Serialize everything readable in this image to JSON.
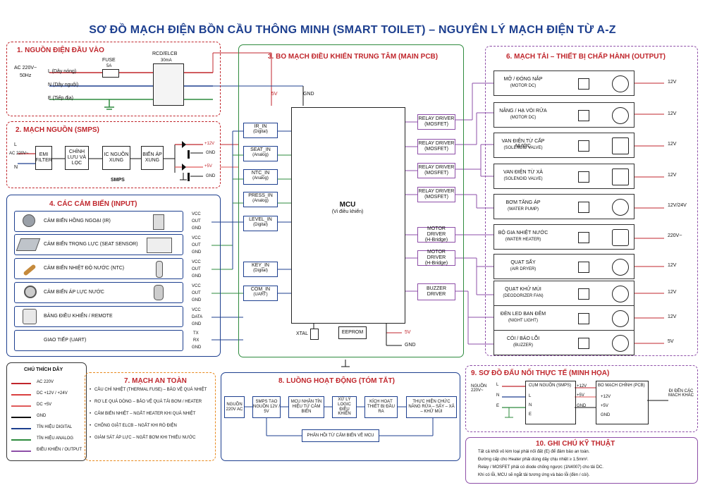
{
  "title": "SƠ ĐỒ MẠCH ĐIỆN BỒN CẦU THÔNG MINH (SMART TOILET) – NGUYÊN LÝ MẠCH ĐIỆN TỪ A-Z",
  "colors": {
    "red": "#c0262c",
    "blue": "#1d3f8f",
    "green": "#2e8b3e",
    "orange": "#e8891c",
    "purple": "#8e4fa8",
    "dark": "#222222"
  },
  "power_input": {
    "title": "1. NGUỒN ĐIỆN ĐẦU VÀO",
    "ac": "AC 220V~",
    "hz": "50Hz",
    "l": "L (Dây nóng)",
    "n": "N (Dây nguội)",
    "e": "E (Tiếp địa)",
    "fuse": "FUSE",
    "fuse_rating": "5A",
    "rcd": "RCD/ELCB",
    "rcd_rating": "30mA"
  },
  "smps": {
    "title": "2. MẠCH NGUỒN (SMPS)",
    "l": "L",
    "ac": "AC 220V~",
    "n": "N",
    "blocks": [
      "EMI FILTER",
      "CHỈNH LƯU VÀ LỌC",
      "IC NGUỒN XUNG",
      "BIẾN ÁP XUNG"
    ],
    "label": "SMPS",
    "out12": "+12V",
    "gnd1": "GND",
    "out5": "+5V",
    "gnd2": "GND"
  },
  "pcb": {
    "title": "3. BO MẠCH ĐIỀU KHIỂN TRUNG TÂM (MAIN PCB)",
    "v5": "5V",
    "gnd": "GND",
    "mcu": "MCU",
    "mcu_sub": "(Vi điều khiển)",
    "xtal": "XTAL",
    "eeprom": "EEPROM",
    "v5b": "5V",
    "gndb": "GND",
    "inputs": [
      {
        "name": "IR_IN",
        "type": "(Digital)"
      },
      {
        "name": "SEAT_IN",
        "type": "(Analog)"
      },
      {
        "name": "NTC_IN",
        "type": "(Analog)"
      },
      {
        "name": "PRESS_IN",
        "type": "(Analog)"
      },
      {
        "name": "LEVEL_IN",
        "type": "(Digital)"
      },
      {
        "name": "KEY_IN",
        "type": "(Digital)"
      },
      {
        "name": "COM_IN",
        "type": "(UART)"
      }
    ],
    "drivers": [
      {
        "name": "RELAY DRIVER",
        "type": "(MOSFET)"
      },
      {
        "name": "RELAY DRIVER",
        "type": "(MOSFET)"
      },
      {
        "name": "RELAY DRIVER",
        "type": "(MOSFET)"
      },
      {
        "name": "RELAY DRIVER",
        "type": "(MOSFET)"
      },
      {
        "name": "MOTOR DRIVER",
        "type": "(H-Bridge)"
      },
      {
        "name": "MOTOR DRIVER",
        "type": "(H-Bridge)"
      },
      {
        "name": "BUZZER",
        "type": "DRIVER"
      }
    ]
  },
  "sensors": {
    "title": "4. CÁC CẢM BIẾN (INPUT)",
    "rows": [
      {
        "label": "CẢM BIẾN HỒNG NGOẠI (IR)",
        "pins": [
          "VCC",
          "OUT",
          "GND"
        ]
      },
      {
        "label": "CẢM BIẾN TRỌNG LỰC (SEAT SENSOR)",
        "pins": [
          "VCC",
          "OUT",
          "GND"
        ]
      },
      {
        "label": "CẢM BIẾN NHIỆT ĐỘ NƯỚC (NTC)",
        "pins": [
          "VCC",
          "OUT",
          "GND"
        ]
      },
      {
        "label": "CẢM BIẾN ÁP LỰC NƯỚC",
        "pins": [
          "VCC",
          "OUT",
          "GND"
        ]
      },
      {
        "label": "BẢNG ĐIỀU KHIỂN / REMOTE",
        "pins": [
          "VCC",
          "DATA",
          "GND"
        ]
      },
      {
        "label": "GIAO TIẾP (UART)",
        "pins": [
          "TX",
          "RX",
          "GND"
        ]
      }
    ]
  },
  "outputs": {
    "title": "6. MẠCH TẢI – THIẾT BỊ CHẤP HÀNH (OUTPUT)",
    "rows": [
      {
        "name": "MỞ / ĐÓNG NẮP",
        "sub": "(MOTOR DC)",
        "volt": "12V",
        "icon": "motor-icon"
      },
      {
        "name": "NÂNG / HẠ VÒI RỬA",
        "sub": "(MOTOR DC)",
        "volt": "12V",
        "icon": "motor-icon"
      },
      {
        "name": "VAN ĐIỆN TỪ CẤP NƯỚC",
        "sub": "(SOLENOID VALVE)",
        "volt": "12V",
        "icon": "valve-icon"
      },
      {
        "name": "VAN ĐIỆN TỪ XẢ",
        "sub": "(SOLENOID VALVE)",
        "volt": "12V",
        "icon": "valve-icon"
      },
      {
        "name": "BƠM TĂNG ÁP",
        "sub": "(WATER PUMP)",
        "volt": "12V/24V",
        "icon": "pump-icon"
      },
      {
        "name": "BỘ GIA NHIỆT NƯỚC",
        "sub": "(WATER HEATER)",
        "volt": "220V~",
        "icon": "heater-icon"
      },
      {
        "name": "QUẠT SẤY",
        "sub": "(AIR DRYER)",
        "volt": "12V",
        "icon": "fan-icon"
      },
      {
        "name": "QUẠT KHỬ MÙI",
        "sub": "(DEODORIZER FAN)",
        "volt": "12V",
        "icon": "fan-icon"
      },
      {
        "name": "ĐÈN LED BAN ĐÊM",
        "sub": "(NIGHT LIGHT)",
        "volt": "12V",
        "icon": "lamp-icon"
      },
      {
        "name": "CÒI / BÁO LỖI",
        "sub": "(BUZZER)",
        "volt": "5V",
        "icon": "buzzer-icon"
      }
    ]
  },
  "legend": {
    "title": "CHÚ THÍCH DÂY",
    "items": [
      {
        "label": "AC 220V",
        "color": "#c0262c"
      },
      {
        "label": "DC +12V / +24V",
        "color": "#d94040"
      },
      {
        "label": "DC +5V",
        "color": "#e05a5a"
      },
      {
        "label": "GND",
        "color": "#111111"
      },
      {
        "label": "TÍN HIỆU DIGITAL",
        "color": "#1d3f8f"
      },
      {
        "label": "TÍN HIỆU ANALOG",
        "color": "#2e8b3e"
      },
      {
        "label": "ĐIỀU KHIỂN / OUTPUT",
        "color": "#8e4fa8"
      }
    ]
  },
  "safety": {
    "title": "7. MẠCH AN TOÀN",
    "items": [
      "CẦU CHÌ NHIỆT (THERMAL FUSE) – BẢO VỆ QUÁ NHIỆT",
      "RƠ LE QUÁ DÒNG – BẢO VỆ QUÁ TẢI BƠM / HEATER",
      "CẢM BIẾN NHIỆT – NGẮT HEATER KHI QUÁ NHIỆT",
      "CHỐNG GIẬT ELCB – NGẮT KHI RÒ ĐIỆN",
      "GIÁM SÁT ÁP LỰC – NGẮT BƠM KHI THIẾU NƯỚC"
    ]
  },
  "flow": {
    "title": "8. LUỒNG HOẠT ĐỘNG (TÓM TẮT)",
    "steps": [
      "NGUỒN 220V AC",
      "SMPS TẠO NGUỒN 12V / 5V",
      "MCU NHẬN TÍN HIỆU TỪ CẢM BIẾN",
      "XỬ LÝ LOGIC ĐIỀU KHIỂN",
      "KÍCH HOẠT THIẾT BỊ ĐẦU RA",
      "THỰC HIỆN CHỨC NĂNG RỬA – SẤY – XẢ – KHỬ MÙI"
    ],
    "feedback": "PHẢN HỒI TỪ CẢM BIẾN VỀ MCU"
  },
  "wiring": {
    "title": "9. SƠ ĐỒ ĐẤU NỐI THỰC TẾ (MINH HỌA)",
    "source": "NGUỒN 220V~",
    "l": "L",
    "n": "N",
    "e": "E",
    "smps": "CỤM NGUỒN (SMPS)",
    "smps_l": "L",
    "smps_n": "N",
    "smps_e": "E",
    "smps_out": [
      "+12V",
      "+5V",
      "GND"
    ],
    "pcb": "BO MẠCH CHÍNH (PCB)",
    "pcb_in": [
      "+12V",
      "+5V",
      "GND"
    ],
    "dest": "ĐI ĐẾN CÁC MẠCH KHÁC"
  },
  "notes": {
    "title": "10. GHI CHÚ KỸ THUẬT",
    "items": [
      "Tất cả khối vỏ kim loại phải nối đất (E) để đảm bảo an toàn.",
      "Đường cấp cho Heater phải dùng dây chịu nhiệt ≥ 1.5mm².",
      "Relay / MOSFET phải có diode chống ngược (1N4007) cho tải DC.",
      "Khi có lỗi, MCU sẽ ngắt tải tương ứng và báo lỗi (đèn / còi)."
    ]
  }
}
